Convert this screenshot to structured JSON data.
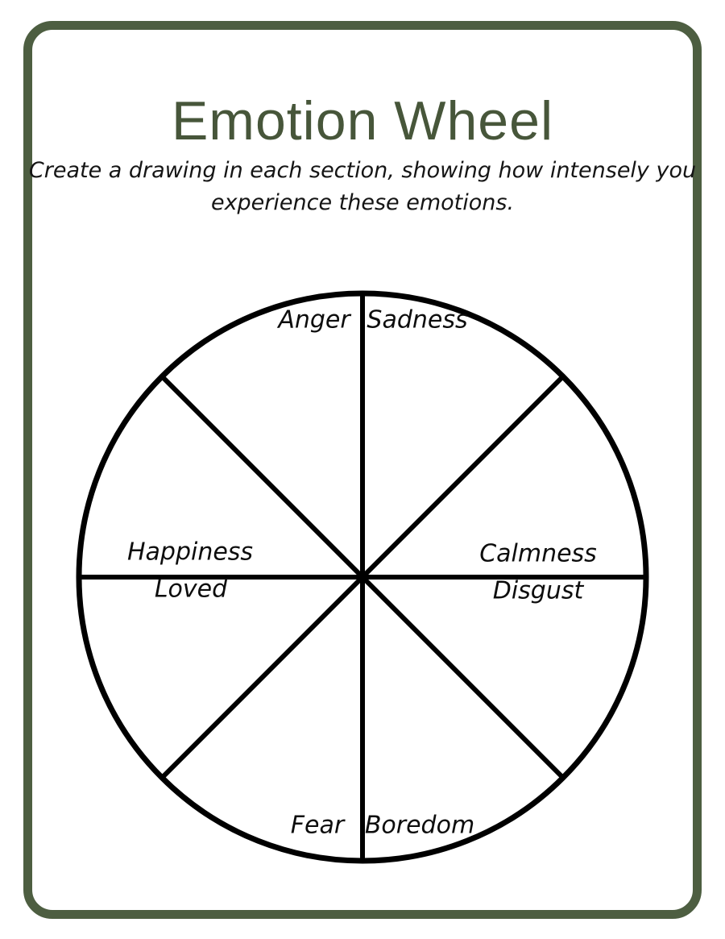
{
  "page": {
    "type": "printable worksheet",
    "background_color": "#ffffff",
    "frame_color": "#4d5e41"
  },
  "header": {
    "title": "Emotion Wheel",
    "title_color": "#47563a",
    "subtitle_lines": [
      "Create a drawing in each section, showing how intensely you",
      "experience these emotions."
    ]
  },
  "wheel": {
    "type": "circle divided into 8 equal sections by 4 diameters",
    "stroke_color": "#000000",
    "labels": {
      "anger": "Anger",
      "sadness": "Sadness",
      "happiness": "Happiness",
      "loved": "Loved",
      "calmness": "Calmness",
      "disgust": "Disgust",
      "fear": "Fear",
      "boredom": "Boredom"
    }
  }
}
